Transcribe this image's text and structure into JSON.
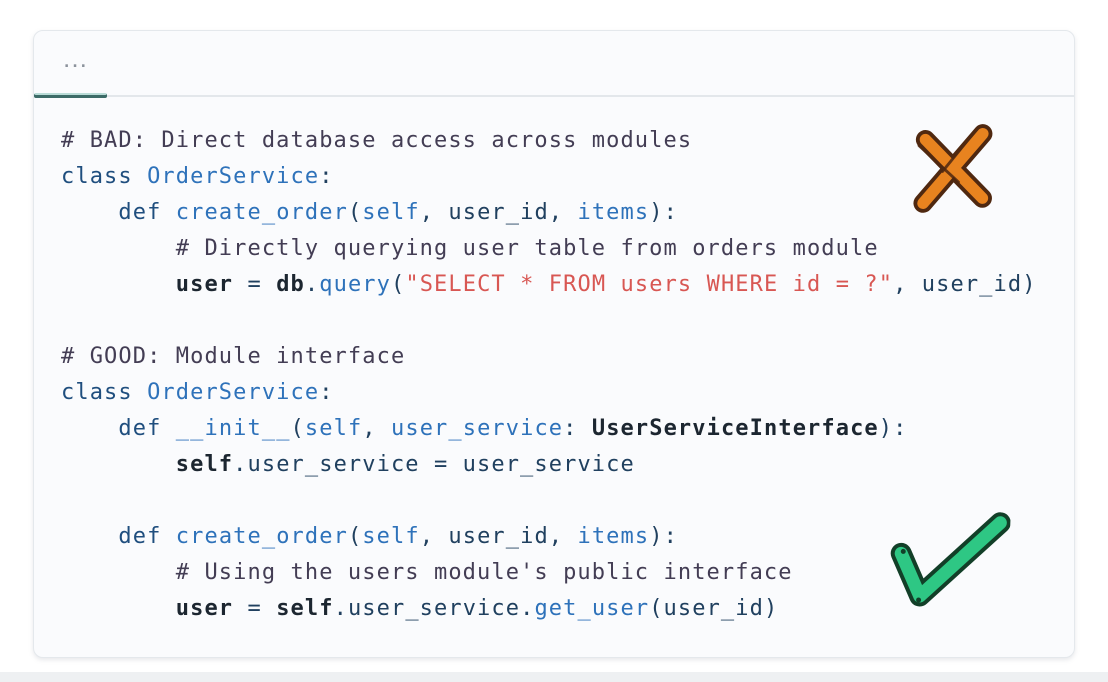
{
  "header": {
    "menu_dots": "...",
    "tab_indicator_color": "#3c6b67"
  },
  "code": {
    "language": "python",
    "lines": [
      {
        "segments": [
          [
            "cm",
            "# BAD: Direct database access across modules"
          ]
        ]
      },
      {
        "segments": [
          [
            "kw",
            "class "
          ],
          [
            "fn",
            "OrderService"
          ],
          [
            "pl",
            ":"
          ]
        ]
      },
      {
        "segments": [
          [
            "pl",
            "    "
          ],
          [
            "kw",
            "def "
          ],
          [
            "fn",
            "create_order"
          ],
          [
            "pl",
            "("
          ],
          [
            "fn",
            "self"
          ],
          [
            "pl",
            ", user_id, "
          ],
          [
            "fn",
            "items"
          ],
          [
            "pl",
            "):"
          ]
        ]
      },
      {
        "segments": [
          [
            "pl",
            "        "
          ],
          [
            "cm",
            "# Directly querying user table from orders module"
          ]
        ]
      },
      {
        "segments": [
          [
            "pl",
            "        "
          ],
          [
            "bd",
            "user"
          ],
          [
            "pl",
            " = "
          ],
          [
            "bd",
            "db"
          ],
          [
            "pl",
            "."
          ],
          [
            "fn",
            "query"
          ],
          [
            "pl",
            "("
          ],
          [
            "st",
            "\"SELECT * FROM users WHERE id = ?\""
          ],
          [
            "pl",
            ", user_id)"
          ]
        ]
      },
      {
        "segments": []
      },
      {
        "segments": [
          [
            "cm",
            "# GOOD: Module interface"
          ]
        ]
      },
      {
        "segments": [
          [
            "kw",
            "class "
          ],
          [
            "fn",
            "OrderService"
          ],
          [
            "pl",
            ":"
          ]
        ]
      },
      {
        "segments": [
          [
            "pl",
            "    "
          ],
          [
            "kw",
            "def "
          ],
          [
            "fn",
            "__init__"
          ],
          [
            "pl",
            "("
          ],
          [
            "fn",
            "self"
          ],
          [
            "pl",
            ", "
          ],
          [
            "fn",
            "user_service"
          ],
          [
            "pl",
            ": "
          ],
          [
            "bd",
            "UserServiceInterface"
          ],
          [
            "pl",
            "):"
          ]
        ]
      },
      {
        "segments": [
          [
            "pl",
            "        "
          ],
          [
            "bd",
            "self"
          ],
          [
            "pl",
            ".user_service = user_service"
          ]
        ]
      },
      {
        "segments": []
      },
      {
        "segments": [
          [
            "pl",
            "    "
          ],
          [
            "kw",
            "def "
          ],
          [
            "fn",
            "create_order"
          ],
          [
            "pl",
            "("
          ],
          [
            "fn",
            "self"
          ],
          [
            "pl",
            ", user_id, "
          ],
          [
            "fn",
            "items"
          ],
          [
            "pl",
            "):"
          ]
        ]
      },
      {
        "segments": [
          [
            "pl",
            "        "
          ],
          [
            "cm",
            "# Using the users module's public interface"
          ]
        ]
      },
      {
        "segments": [
          [
            "pl",
            "        "
          ],
          [
            "bd",
            "user"
          ],
          [
            "pl",
            " = "
          ],
          [
            "bd",
            "self"
          ],
          [
            "pl",
            ".user_service."
          ],
          [
            "fn",
            "get_user"
          ],
          [
            "pl",
            "(user_id)"
          ]
        ]
      }
    ]
  },
  "markers": {
    "bad": {
      "name": "x-mark",
      "fill": "#e8831f",
      "outline": "#4f2810"
    },
    "good": {
      "name": "check-mark",
      "fill": "#2ec784",
      "outline": "#123f28"
    }
  },
  "colors": {
    "card_background": "#fafbfd",
    "card_border": "#e4e8ec",
    "comment": "#433d54",
    "keyword": "#1f4e7e",
    "name": "#2e72ba",
    "plain": "#20405f",
    "string": "#d85753"
  }
}
